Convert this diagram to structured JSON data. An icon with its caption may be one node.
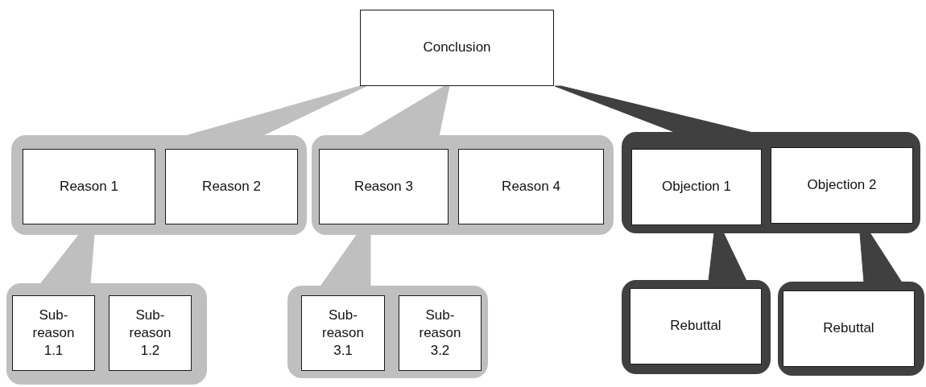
{
  "diagram": {
    "nodes": [
      {
        "text": [
          "Conclusion"
        ]
      },
      {
        "text": [],
        "shape": "box"
      },
      {
        "text": [
          "Reason 1"
        ],
        "in": 1
      },
      {
        "text": [
          "Reason 2"
        ],
        "in": 1
      },
      {
        "text": [],
        "shape": "box"
      },
      {
        "text": [
          "Reason 3"
        ],
        "in": 4
      },
      {
        "text": [
          "Reason 4"
        ],
        "in": 4
      },
      {
        "text": [],
        "shape": "box"
      },
      {
        "text": [
          "Objection 1"
        ],
        "in": 7
      },
      {
        "text": [
          "Objection 2"
        ],
        "in": 7
      },
      {
        "text": [],
        "shape": "box"
      },
      {
        "text": [
          "Sub-reason 1.1"
        ],
        "in": 10
      },
      {
        "text": [
          "Sub-reason 1.2"
        ],
        "in": 10
      },
      {
        "text": [],
        "shape": "box"
      },
      {
        "text": [
          "Sub-reason 3.1"
        ],
        "in": 13
      },
      {
        "text": [
          "Sub-reason 3.2"
        ],
        "in": 13
      },
      {
        "text": [],
        "shape": "box"
      },
      {
        "text": [
          "Rebuttal"
        ],
        "in": 16
      },
      {
        "text": [],
        "shape": "box"
      },
      {
        "text": [
          "Rebuttal"
        ],
        "in": 18
      }
    ],
    "edges": [
      {
        "from": 1,
        "to": 0,
        "arrow": "none"
      },
      {
        "from": 4,
        "to": 0,
        "arrow": "none"
      },
      {
        "from": 7,
        "to": 0,
        "arrow": "none",
        "color": "#404040"
      },
      {
        "from": 10,
        "to": 2,
        "arrow": "none"
      },
      {
        "from": 13,
        "to": 5,
        "arrow": "none"
      },
      {
        "from": 16,
        "to": 8,
        "arrow": "none",
        "color": "#404040"
      },
      {
        "from": 18,
        "to": 9,
        "arrow": "none",
        "color": "#404040"
      }
    ]
  }
}
